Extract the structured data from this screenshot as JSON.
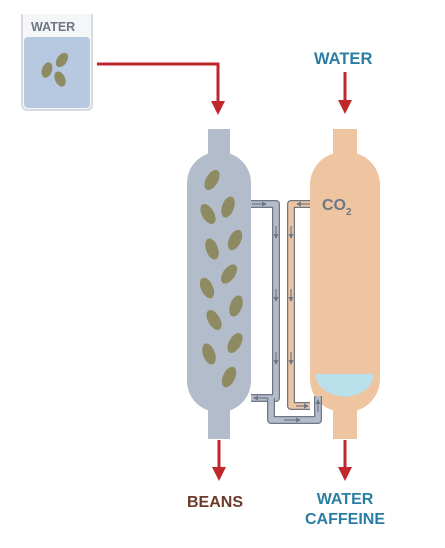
{
  "labels": {
    "beaker": "WATER",
    "input_top": "WATER",
    "co2": "CO",
    "co2_subscript": "2",
    "output_left": "BEANS",
    "output_right_line1": "WATER",
    "output_right_line2": "CAFFEINE"
  },
  "colors": {
    "arrow_red": "#c0272d",
    "label_blue": "#2a7ea3",
    "label_brown": "#6b3a2a",
    "vessel_gray": "#b3bccb",
    "vessel_peach": "#efc4a1",
    "bean": "#8e8b62",
    "pipe_stroke": "#6f7785",
    "beaker_water": "#b7c9e0",
    "reservoir": "#b9e0ea",
    "label_gray": "#6f7785"
  }
}
